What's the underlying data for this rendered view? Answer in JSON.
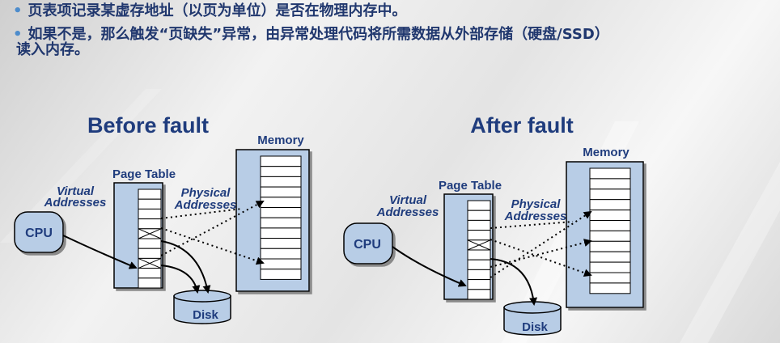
{
  "text": {
    "bullet1": "页表项记录某虚存地址（以页为单位）是否在物理内存中。",
    "bullet2": "如果不是，那么触发“页缺失”异常，由异常处理代码将所需数据从外部存储（硬盘/SSD）",
    "bullet2_cont": "读入内存。",
    "bullet_marker": "•"
  },
  "panels": [
    {
      "title": "Before fault",
      "memory_label": "Memory",
      "page_table_label": "Page Table",
      "virtual_label": [
        "Virtual",
        "Addresses"
      ],
      "physical_label": [
        "Physical",
        "Addresses"
      ],
      "cpu_label": "CPU",
      "disk_label": "Disk"
    },
    {
      "title": "After fault",
      "memory_label": "Memory",
      "page_table_label": "Page Table",
      "virtual_label": [
        "Virtual",
        "Addresses"
      ],
      "physical_label": [
        "Physical",
        "Addresses"
      ],
      "cpu_label": "CPU",
      "disk_label": "Disk"
    }
  ],
  "colors": {
    "box_fill": "#b8cde6",
    "heading": "#1f3c7d",
    "text": "#20376e",
    "bullet_dot": "#4d8ccc"
  }
}
